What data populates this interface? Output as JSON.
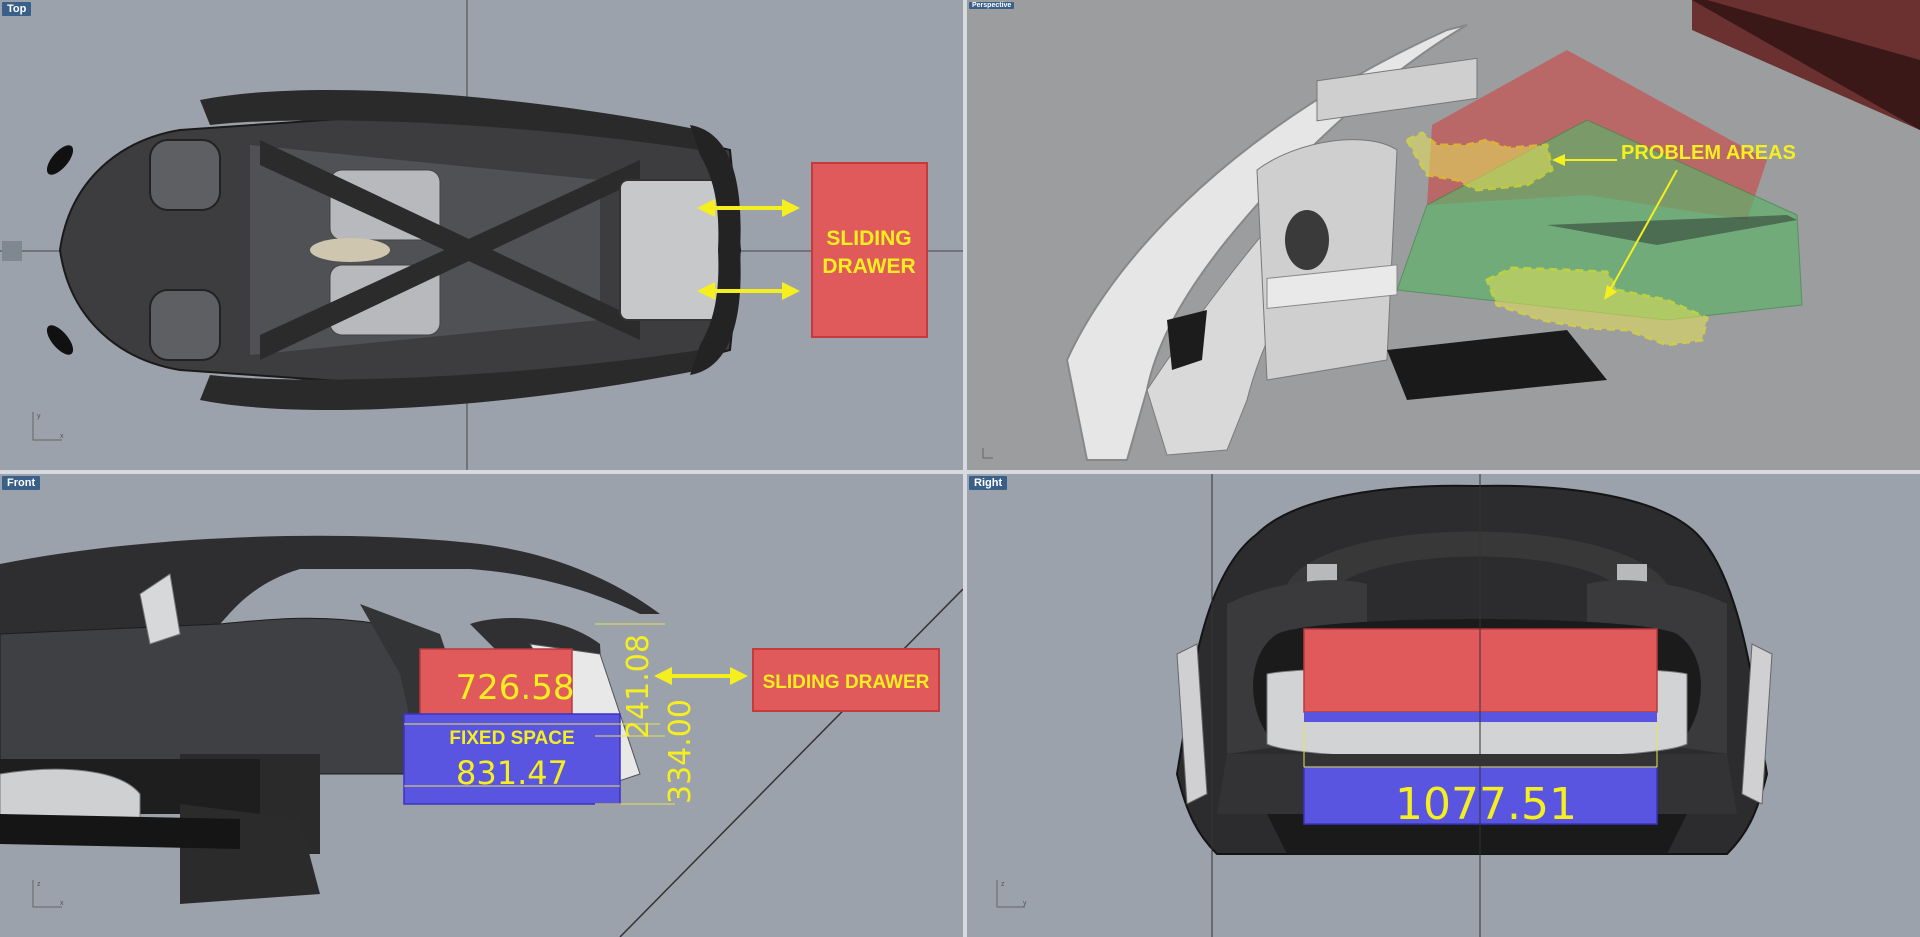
{
  "viewports": {
    "top": {
      "label": "Top"
    },
    "perspective": {
      "label": "Perspective"
    },
    "front": {
      "label": "Front"
    },
    "right": {
      "label": "Right"
    }
  },
  "annotations": {
    "top_drawer_line1": "SLIDING",
    "top_drawer_line2": "DRAWER",
    "problem_areas": "PROBLEM AREAS",
    "front_drawer": "SLIDING DRAWER",
    "fixed_space": "FIXED SPACE"
  },
  "dimensions": {
    "drawer_width": "726.58",
    "fixed_space_width": "831.47",
    "drawer_height": "241.08",
    "fixed_space_height": "334.00",
    "right_width": "1077.51"
  },
  "axis_labels": {
    "x": "x",
    "y": "y",
    "z": "z"
  },
  "colors": {
    "viewport_bg": "#9ba2ab",
    "tab_bg": "#3a5f88",
    "annotation_yellow": "#f5ef1f",
    "drawer_red": "#e05a5c",
    "fixed_blue": "#5a55e0",
    "problem_green": "#5fb26a"
  }
}
